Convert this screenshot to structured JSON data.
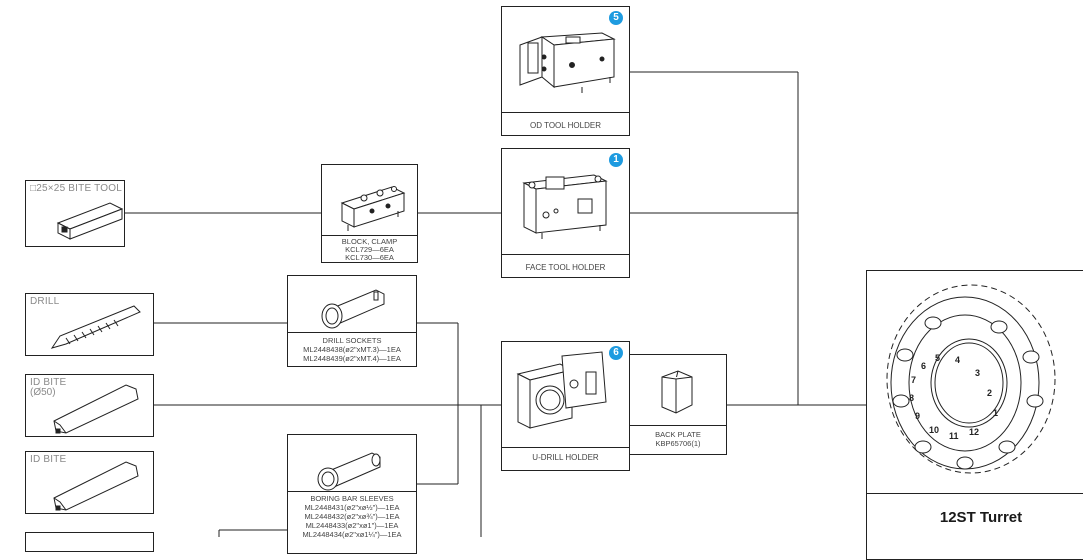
{
  "left_items": {
    "bite_tool": "□25×25 BITE TOOL",
    "drill": "DRILL",
    "id_bite_50_line1": "ID BITE",
    "id_bite_50_line2": "(Ø50)",
    "id_bite": "ID BITE"
  },
  "clamp_block": {
    "line1": "BLOCK, CLAMP",
    "line2": "KCL729—6EA",
    "line3": "KCL730—6EA"
  },
  "drill_sockets": {
    "line1": "DRILL SOCKETS",
    "line2": "ML2448438(ø2\"xMT.3)—1EA",
    "line3": "ML2448439(ø2\"xMT.4)—1EA"
  },
  "boring_bar_sleeves": {
    "line1": "BORING BAR SLEEVES",
    "line2": "ML2448431(ø2\"xø½\")—1EA",
    "line3": "ML2448432(ø2\"xø¾\")—1EA",
    "line4": "ML2448433(ø2\"xø1\")—1EA",
    "line5": "ML2448434(ø2\"xø1¼\")—1EA"
  },
  "od_tool_holder": {
    "label": "OD TOOL HOLDER",
    "badge": "5"
  },
  "face_tool_holder": {
    "label": "FACE TOOL HOLDER",
    "badge": "1"
  },
  "u_drill_holder": {
    "label": "U-DRILL HOLDER",
    "badge": "6"
  },
  "back_plate": {
    "line1": "BACK PLATE",
    "line2": "KBP65706(1)"
  },
  "turret": {
    "title": "12ST Turret",
    "station_numbers": [
      "1",
      "2",
      "3",
      "4",
      "5",
      "6",
      "7",
      "8",
      "9",
      "10",
      "11",
      "12"
    ]
  },
  "colors": {
    "badge": "#1e9be0",
    "line": "#222222",
    "label_gray": "#8a8a8a"
  }
}
